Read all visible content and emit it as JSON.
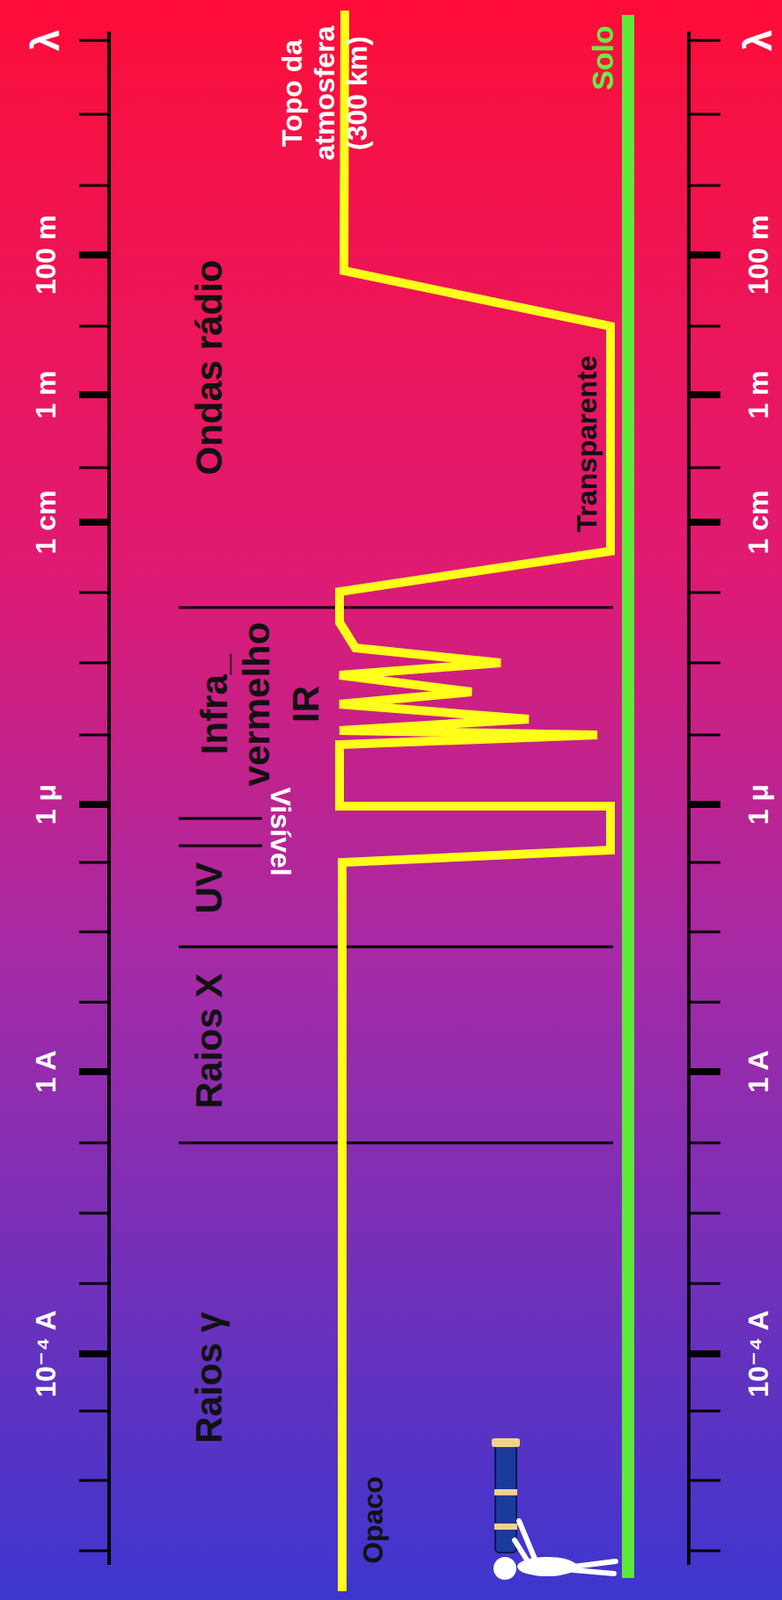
{
  "diagram": {
    "labels": [
      "λ",
      "100 m",
      "1 m",
      "1 cm",
      "1 μ",
      "1 A",
      "10⁻⁴ A",
      "λ",
      "100 m",
      "1 m",
      "1 cm",
      "1 μ",
      "1 A",
      "10⁻⁴ A",
      "Ondas rádio",
      "Infra_ vermelho",
      "IR",
      "Visível",
      "UV",
      "Raios X",
      "Raios γ",
      "Topo da atmosfera (300 km)",
      "Solo",
      "Transparente",
      "Opaco"
    ]
  }
}
